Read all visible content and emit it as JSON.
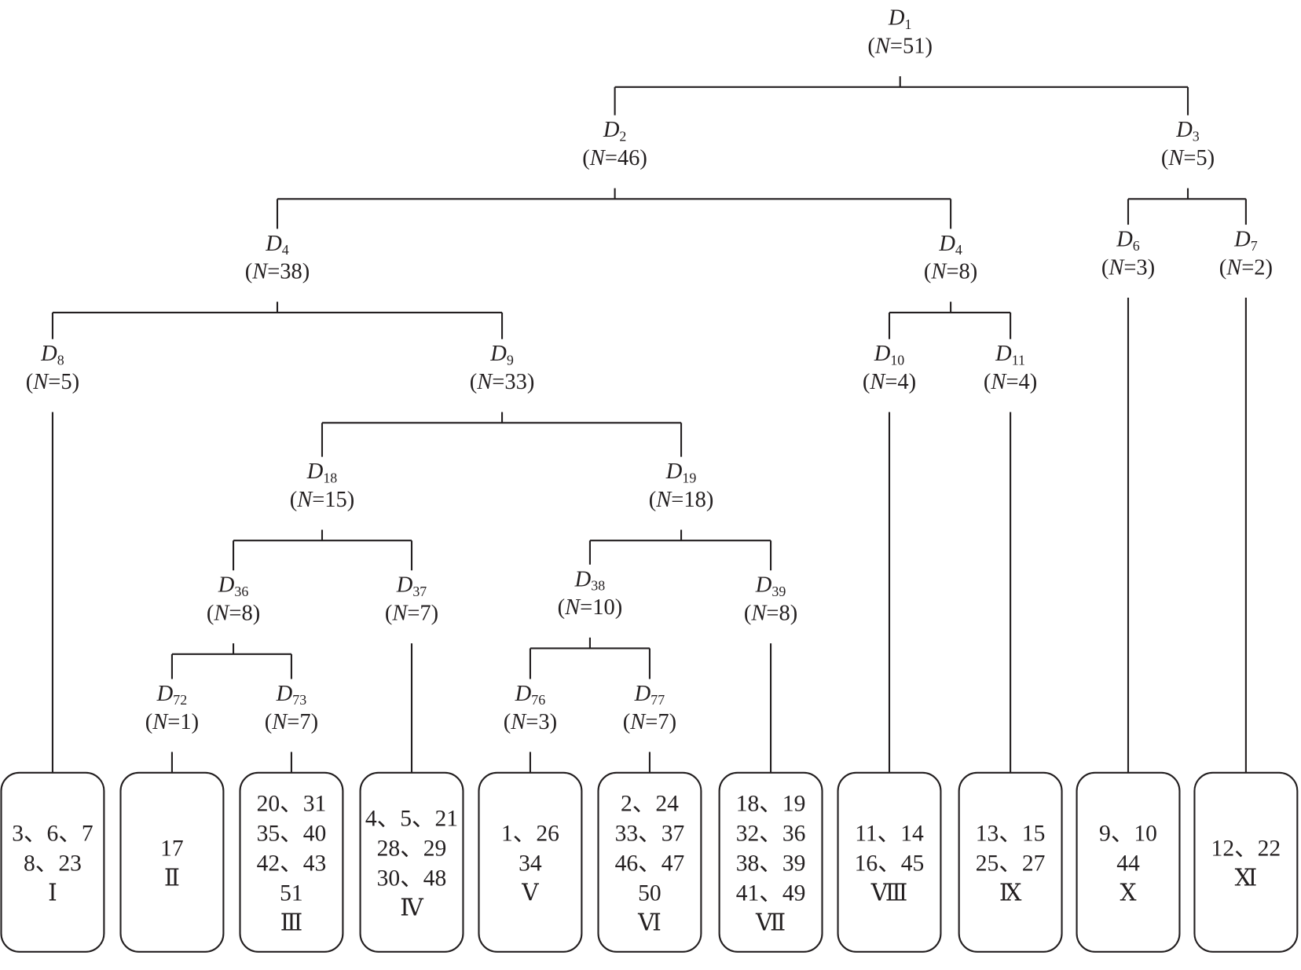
{
  "diagram": {
    "type": "decision-tree",
    "nodes": [
      {
        "id": "D1",
        "name": "D",
        "sub": "1",
        "n": "51",
        "children": [
          "D2",
          "D3"
        ]
      },
      {
        "id": "D2",
        "name": "D",
        "sub": "2",
        "n": "46",
        "children": [
          "D4a",
          "D4b"
        ]
      },
      {
        "id": "D3",
        "name": "D",
        "sub": "3",
        "n": "5",
        "children": [
          "D6",
          "D7"
        ]
      },
      {
        "id": "D4a",
        "name": "D",
        "sub": "4",
        "n": "38",
        "children": [
          "D8",
          "D9"
        ]
      },
      {
        "id": "D4b",
        "name": "D",
        "sub": "4",
        "n": "8",
        "children": [
          "D10",
          "D11"
        ]
      },
      {
        "id": "D6",
        "name": "D",
        "sub": "6",
        "n": "3",
        "leaf": "L10"
      },
      {
        "id": "D7",
        "name": "D",
        "sub": "7",
        "n": "2",
        "leaf": "L11"
      },
      {
        "id": "D8",
        "name": "D",
        "sub": "8",
        "n": "5",
        "leaf": "L1"
      },
      {
        "id": "D9",
        "name": "D",
        "sub": "9",
        "n": "33",
        "children": [
          "D18",
          "D19"
        ]
      },
      {
        "id": "D10",
        "name": "D",
        "sub": "10",
        "n": "4",
        "leaf": "L8"
      },
      {
        "id": "D11",
        "name": "D",
        "sub": "11",
        "n": "4",
        "leaf": "L9"
      },
      {
        "id": "D18",
        "name": "D",
        "sub": "18",
        "n": "15",
        "children": [
          "D36",
          "D37"
        ]
      },
      {
        "id": "D19",
        "name": "D",
        "sub": "19",
        "n": "18",
        "children": [
          "D38",
          "D39"
        ]
      },
      {
        "id": "D36",
        "name": "D",
        "sub": "36",
        "n": "8",
        "children": [
          "D72",
          "D73"
        ]
      },
      {
        "id": "D37",
        "name": "D",
        "sub": "37",
        "n": "7",
        "leaf": "L4"
      },
      {
        "id": "D38",
        "name": "D",
        "sub": "38",
        "n": "10",
        "children": [
          "D76",
          "D77"
        ]
      },
      {
        "id": "D39",
        "name": "D",
        "sub": "39",
        "n": "8",
        "leaf": "L7"
      },
      {
        "id": "D72",
        "name": "D",
        "sub": "72",
        "n": "1",
        "leaf": "L2"
      },
      {
        "id": "D73",
        "name": "D",
        "sub": "73",
        "n": "7",
        "leaf": "L3"
      },
      {
        "id": "D76",
        "name": "D",
        "sub": "76",
        "n": "3",
        "leaf": "L5"
      },
      {
        "id": "D77",
        "name": "D",
        "sub": "77",
        "n": "7",
        "leaf": "L6"
      }
    ],
    "count_prefix": "N",
    "leaves": [
      {
        "id": "L1",
        "lines": [
          "3、6、7",
          "8、23"
        ],
        "group": "Ⅰ"
      },
      {
        "id": "L2",
        "lines": [
          "17"
        ],
        "group": "Ⅱ"
      },
      {
        "id": "L3",
        "lines": [
          "20、31",
          "35、40",
          "42、43",
          "51"
        ],
        "group": "Ⅲ"
      },
      {
        "id": "L4",
        "lines": [
          "4、5、21",
          "28、29",
          "30、48"
        ],
        "group": "Ⅳ"
      },
      {
        "id": "L5",
        "lines": [
          "1、26",
          "34"
        ],
        "group": "Ⅴ"
      },
      {
        "id": "L6",
        "lines": [
          "2、24",
          "33、37",
          "46、47",
          "50"
        ],
        "group": "Ⅵ"
      },
      {
        "id": "L7",
        "lines": [
          "18、19",
          "32、36",
          "38、39",
          "41、49"
        ],
        "group": "Ⅶ"
      },
      {
        "id": "L8",
        "lines": [
          "11、14",
          "16、45"
        ],
        "group": "Ⅷ"
      },
      {
        "id": "L9",
        "lines": [
          "13、15",
          "25、27"
        ],
        "group": "Ⅸ"
      },
      {
        "id": "L10",
        "lines": [
          "9、10",
          "44"
        ],
        "group": "Ⅹ"
      },
      {
        "id": "L11",
        "lines": [
          "12、22"
        ],
        "group": "Ⅺ"
      }
    ]
  }
}
